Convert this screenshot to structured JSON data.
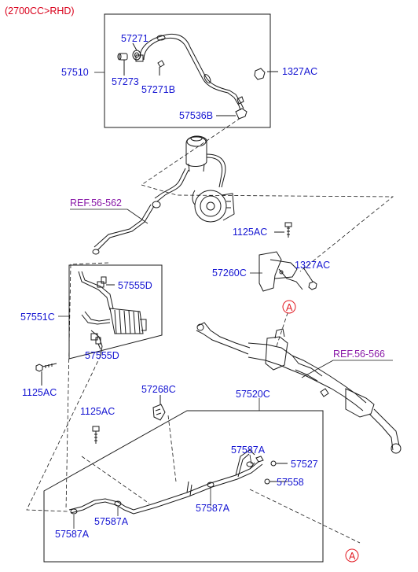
{
  "title": "(2700CC>RHD)",
  "colors": {
    "title": "#d9001b",
    "part_label": "#1414d2",
    "reference": "#8a1aa8",
    "marker": "#e21b23",
    "line": "#1a1a1a"
  },
  "labels": {
    "p57271": "57271",
    "p57273": "57273",
    "p57271B": "57271B",
    "p57510": "57510",
    "p1327AC_top": "1327AC",
    "p57536B": "57536B",
    "p1125AC_mid": "1125AC",
    "p57260C": "57260C",
    "p1327AC_mid": "1327AC",
    "p57555D_top": "57555D",
    "p57551C": "57551C",
    "p57555D_bottom": "57555D",
    "p1125AC_left": "1125AC",
    "p57268C": "57268C",
    "p57520C": "57520C",
    "p1125AC_bottom": "1125AC",
    "p57587A_right": "57587A",
    "p57527": "57527",
    "p57558": "57558",
    "p57587A_center": "57587A",
    "p57587A_mid": "57587A",
    "p57587A_left": "57587A"
  },
  "references": {
    "ref_562": "REF.56-562",
    "ref_566": "REF.56-566"
  },
  "markers": {
    "marker_a_top": "A",
    "marker_a_bottom": "A"
  }
}
